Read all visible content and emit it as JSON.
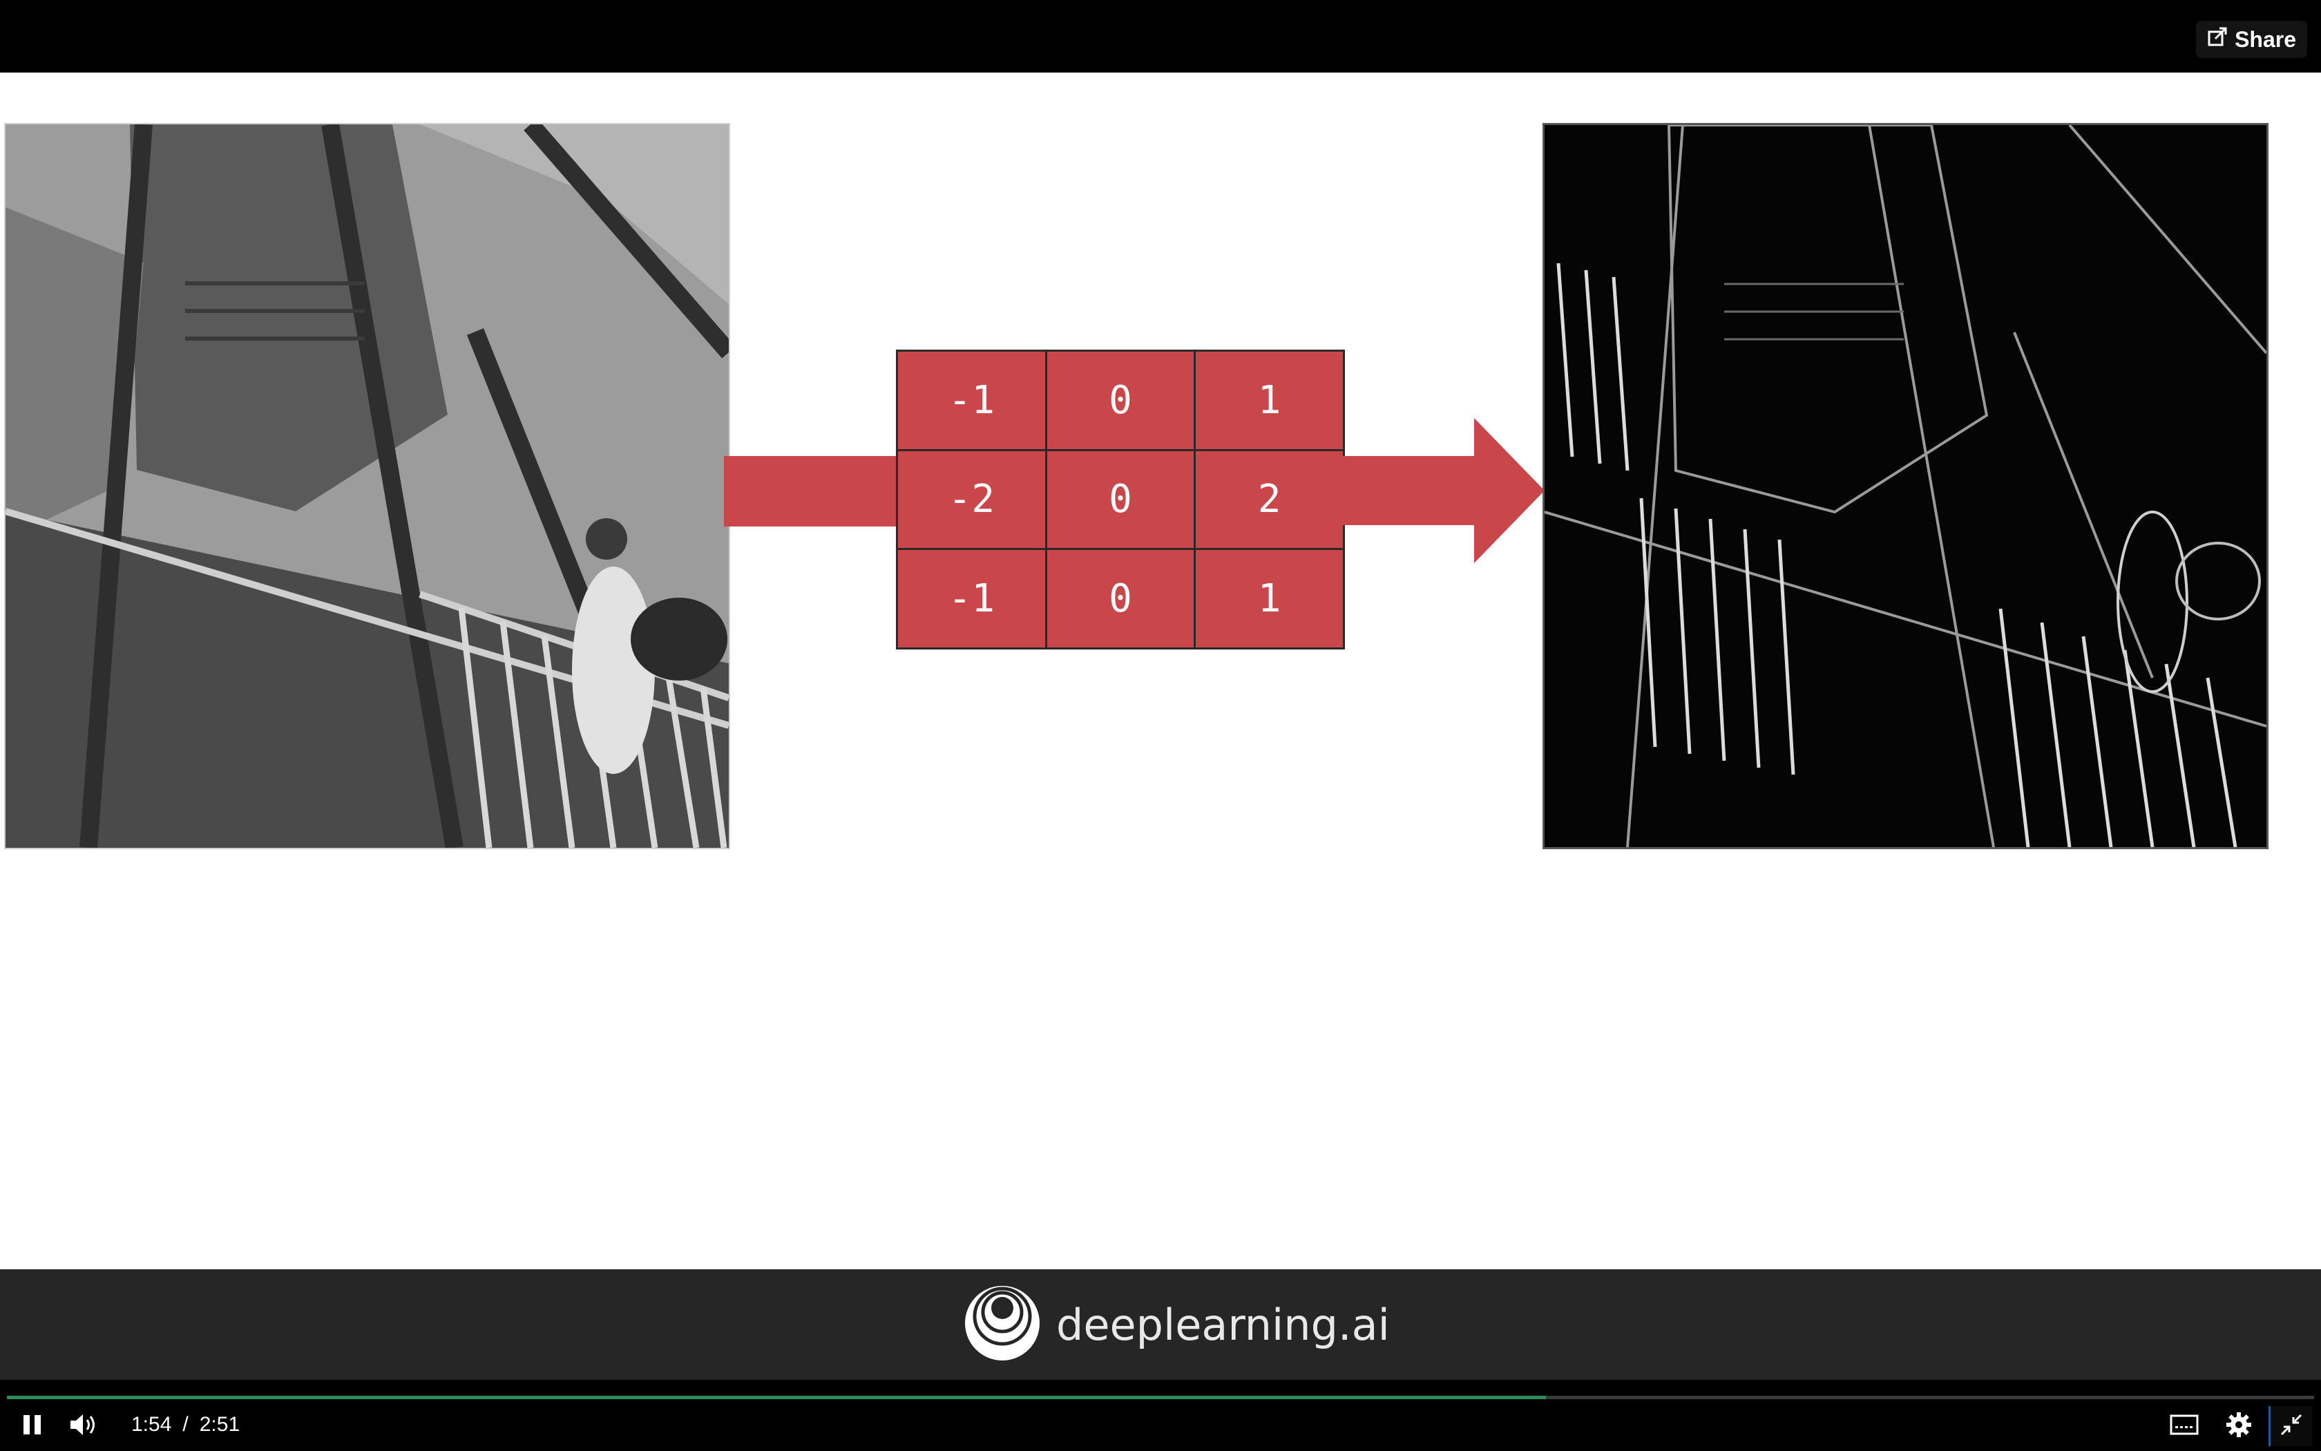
{
  "top_bar": {
    "share_label": "Share"
  },
  "slide": {
    "kernel": [
      [
        "-1",
        "0",
        "1"
      ],
      [
        "-2",
        "0",
        "2"
      ],
      [
        "-1",
        "0",
        "1"
      ]
    ],
    "arrow_color": "#c9474a"
  },
  "brand": {
    "name": "deeplearning.ai"
  },
  "player": {
    "current_time": "1:54",
    "separator": "/",
    "duration": "2:51",
    "progress_fraction": 0.667,
    "progress_color": "#2e8b57"
  }
}
